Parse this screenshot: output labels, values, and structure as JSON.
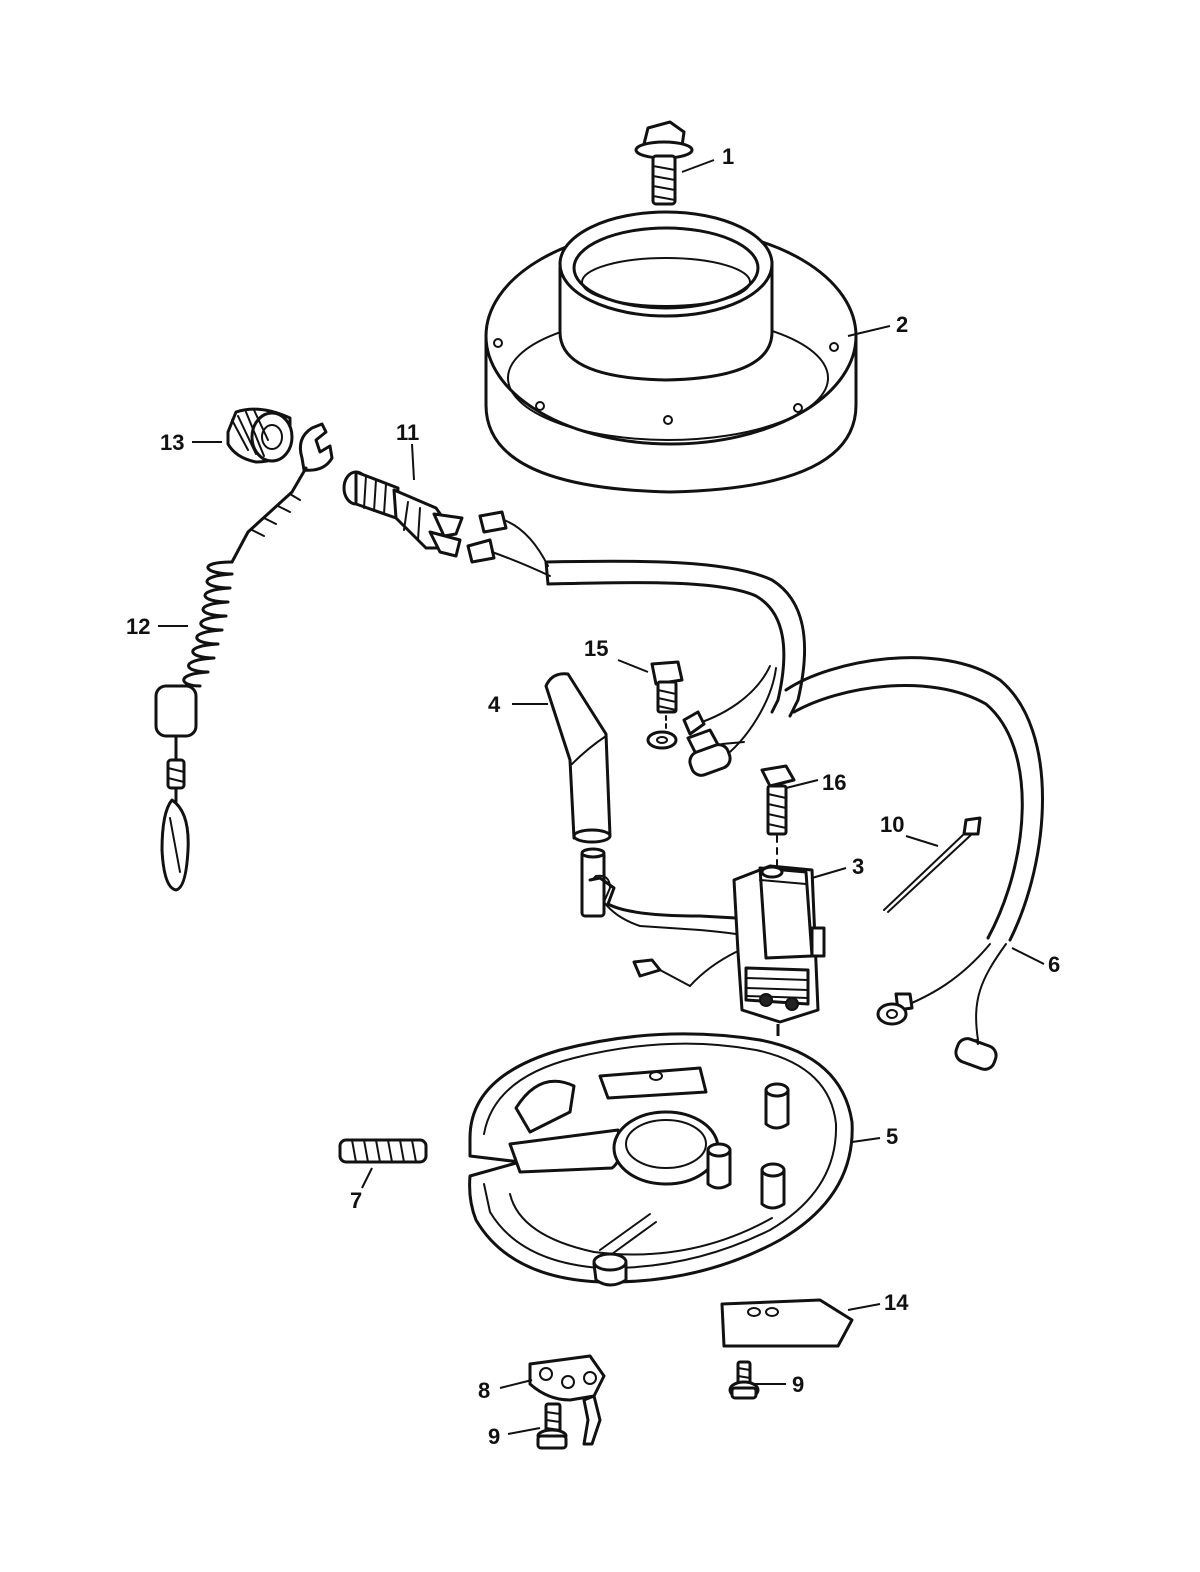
{
  "callouts": [
    {
      "key": "c1",
      "label": "1"
    },
    {
      "key": "c2",
      "label": "2"
    },
    {
      "key": "c3",
      "label": "3"
    },
    {
      "key": "c4",
      "label": "4"
    },
    {
      "key": "c5",
      "label": "5"
    },
    {
      "key": "c6",
      "label": "6"
    },
    {
      "key": "c7",
      "label": "7"
    },
    {
      "key": "c8",
      "label": "8"
    },
    {
      "key": "c9a",
      "label": "9"
    },
    {
      "key": "c9b",
      "label": "9"
    },
    {
      "key": "c10",
      "label": "10"
    },
    {
      "key": "c11",
      "label": "11"
    },
    {
      "key": "c12",
      "label": "12"
    },
    {
      "key": "c13",
      "label": "13"
    },
    {
      "key": "c14",
      "label": "14"
    },
    {
      "key": "c15",
      "label": "15"
    },
    {
      "key": "c16",
      "label": "16"
    }
  ]
}
